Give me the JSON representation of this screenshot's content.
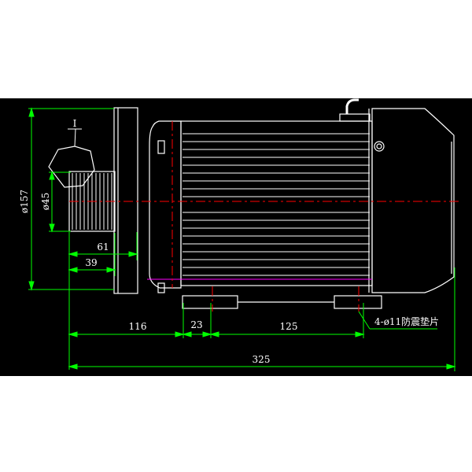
{
  "drawing": {
    "background_color": "#000000",
    "line_color": "#ffffff",
    "dimension_color": "#00ff00",
    "center_line_color": "#ff0000",
    "hidden_line_color": "#ff00ff",
    "detail_label": "I",
    "dimensions": {
      "flange_diameter": "ø157",
      "shaft_diameter": "ø45",
      "shaft_length_61": "61",
      "shaft_length_39": "39",
      "base_offset_116": "116",
      "mount_width_23": "23",
      "mount_spacing_125": "125",
      "overall_length": "325",
      "mount_hole_note": "4-ø11防震垫片"
    }
  }
}
